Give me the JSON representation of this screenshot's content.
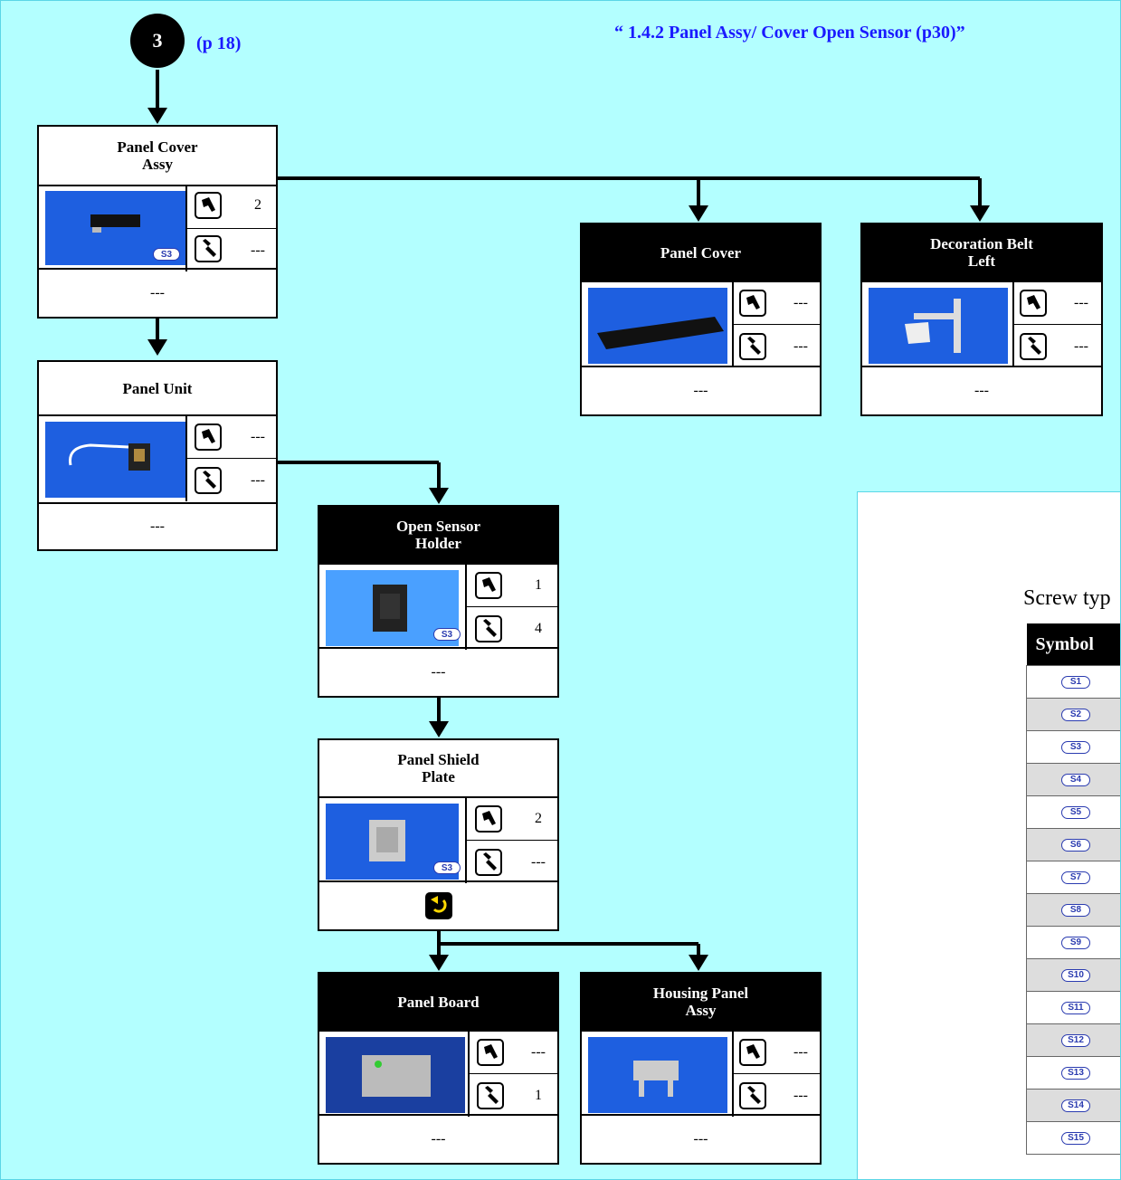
{
  "header": {
    "step_number": "3",
    "step_ref": "(p 18)",
    "section_ref": "“ 1.4.2 Panel Assy/ Cover Open Sensor (p30)”"
  },
  "parts": {
    "panel_cover_assy": {
      "title": "Panel Cover\nAssy",
      "screws": "2",
      "connectors": "---",
      "note": "---",
      "screw_type": "S3"
    },
    "panel_unit": {
      "title": "Panel Unit",
      "screws": "---",
      "connectors": "---",
      "note": "---"
    },
    "panel_cover": {
      "title": "Panel Cover",
      "screws": "---",
      "connectors": "---",
      "note": "---"
    },
    "decoration_belt_left": {
      "title": "Decoration Belt\nLeft",
      "screws": "---",
      "connectors": "---",
      "note": "---"
    },
    "open_sensor_holder": {
      "title": "Open Sensor\nHolder",
      "screws": "1",
      "connectors": "4",
      "note": "---",
      "screw_type": "S3"
    },
    "panel_shield_plate": {
      "title": "Panel Shield\nPlate",
      "screws": "2",
      "connectors": "---",
      "screw_type": "S3",
      "note_icon": "revert-icon"
    },
    "panel_board": {
      "title": "Panel Board",
      "screws": "---",
      "connectors": "1",
      "note": "---"
    },
    "housing_panel_assy": {
      "title": "Housing Panel\nAssy",
      "screws": "---",
      "connectors": "---",
      "note": "---"
    }
  },
  "legend": {
    "title": "Screw typ",
    "column_header": "Symbol",
    "symbols": [
      "S1",
      "S2",
      "S3",
      "S4",
      "S5",
      "S6",
      "S7",
      "S8",
      "S9",
      "S10",
      "S11",
      "S12",
      "S13",
      "S14",
      "S15"
    ]
  },
  "colors": {
    "background": "#b3ffff",
    "link": "#1a1aff",
    "symbol": "#2a3bb0",
    "photo_bg": "#1e5fe0"
  }
}
